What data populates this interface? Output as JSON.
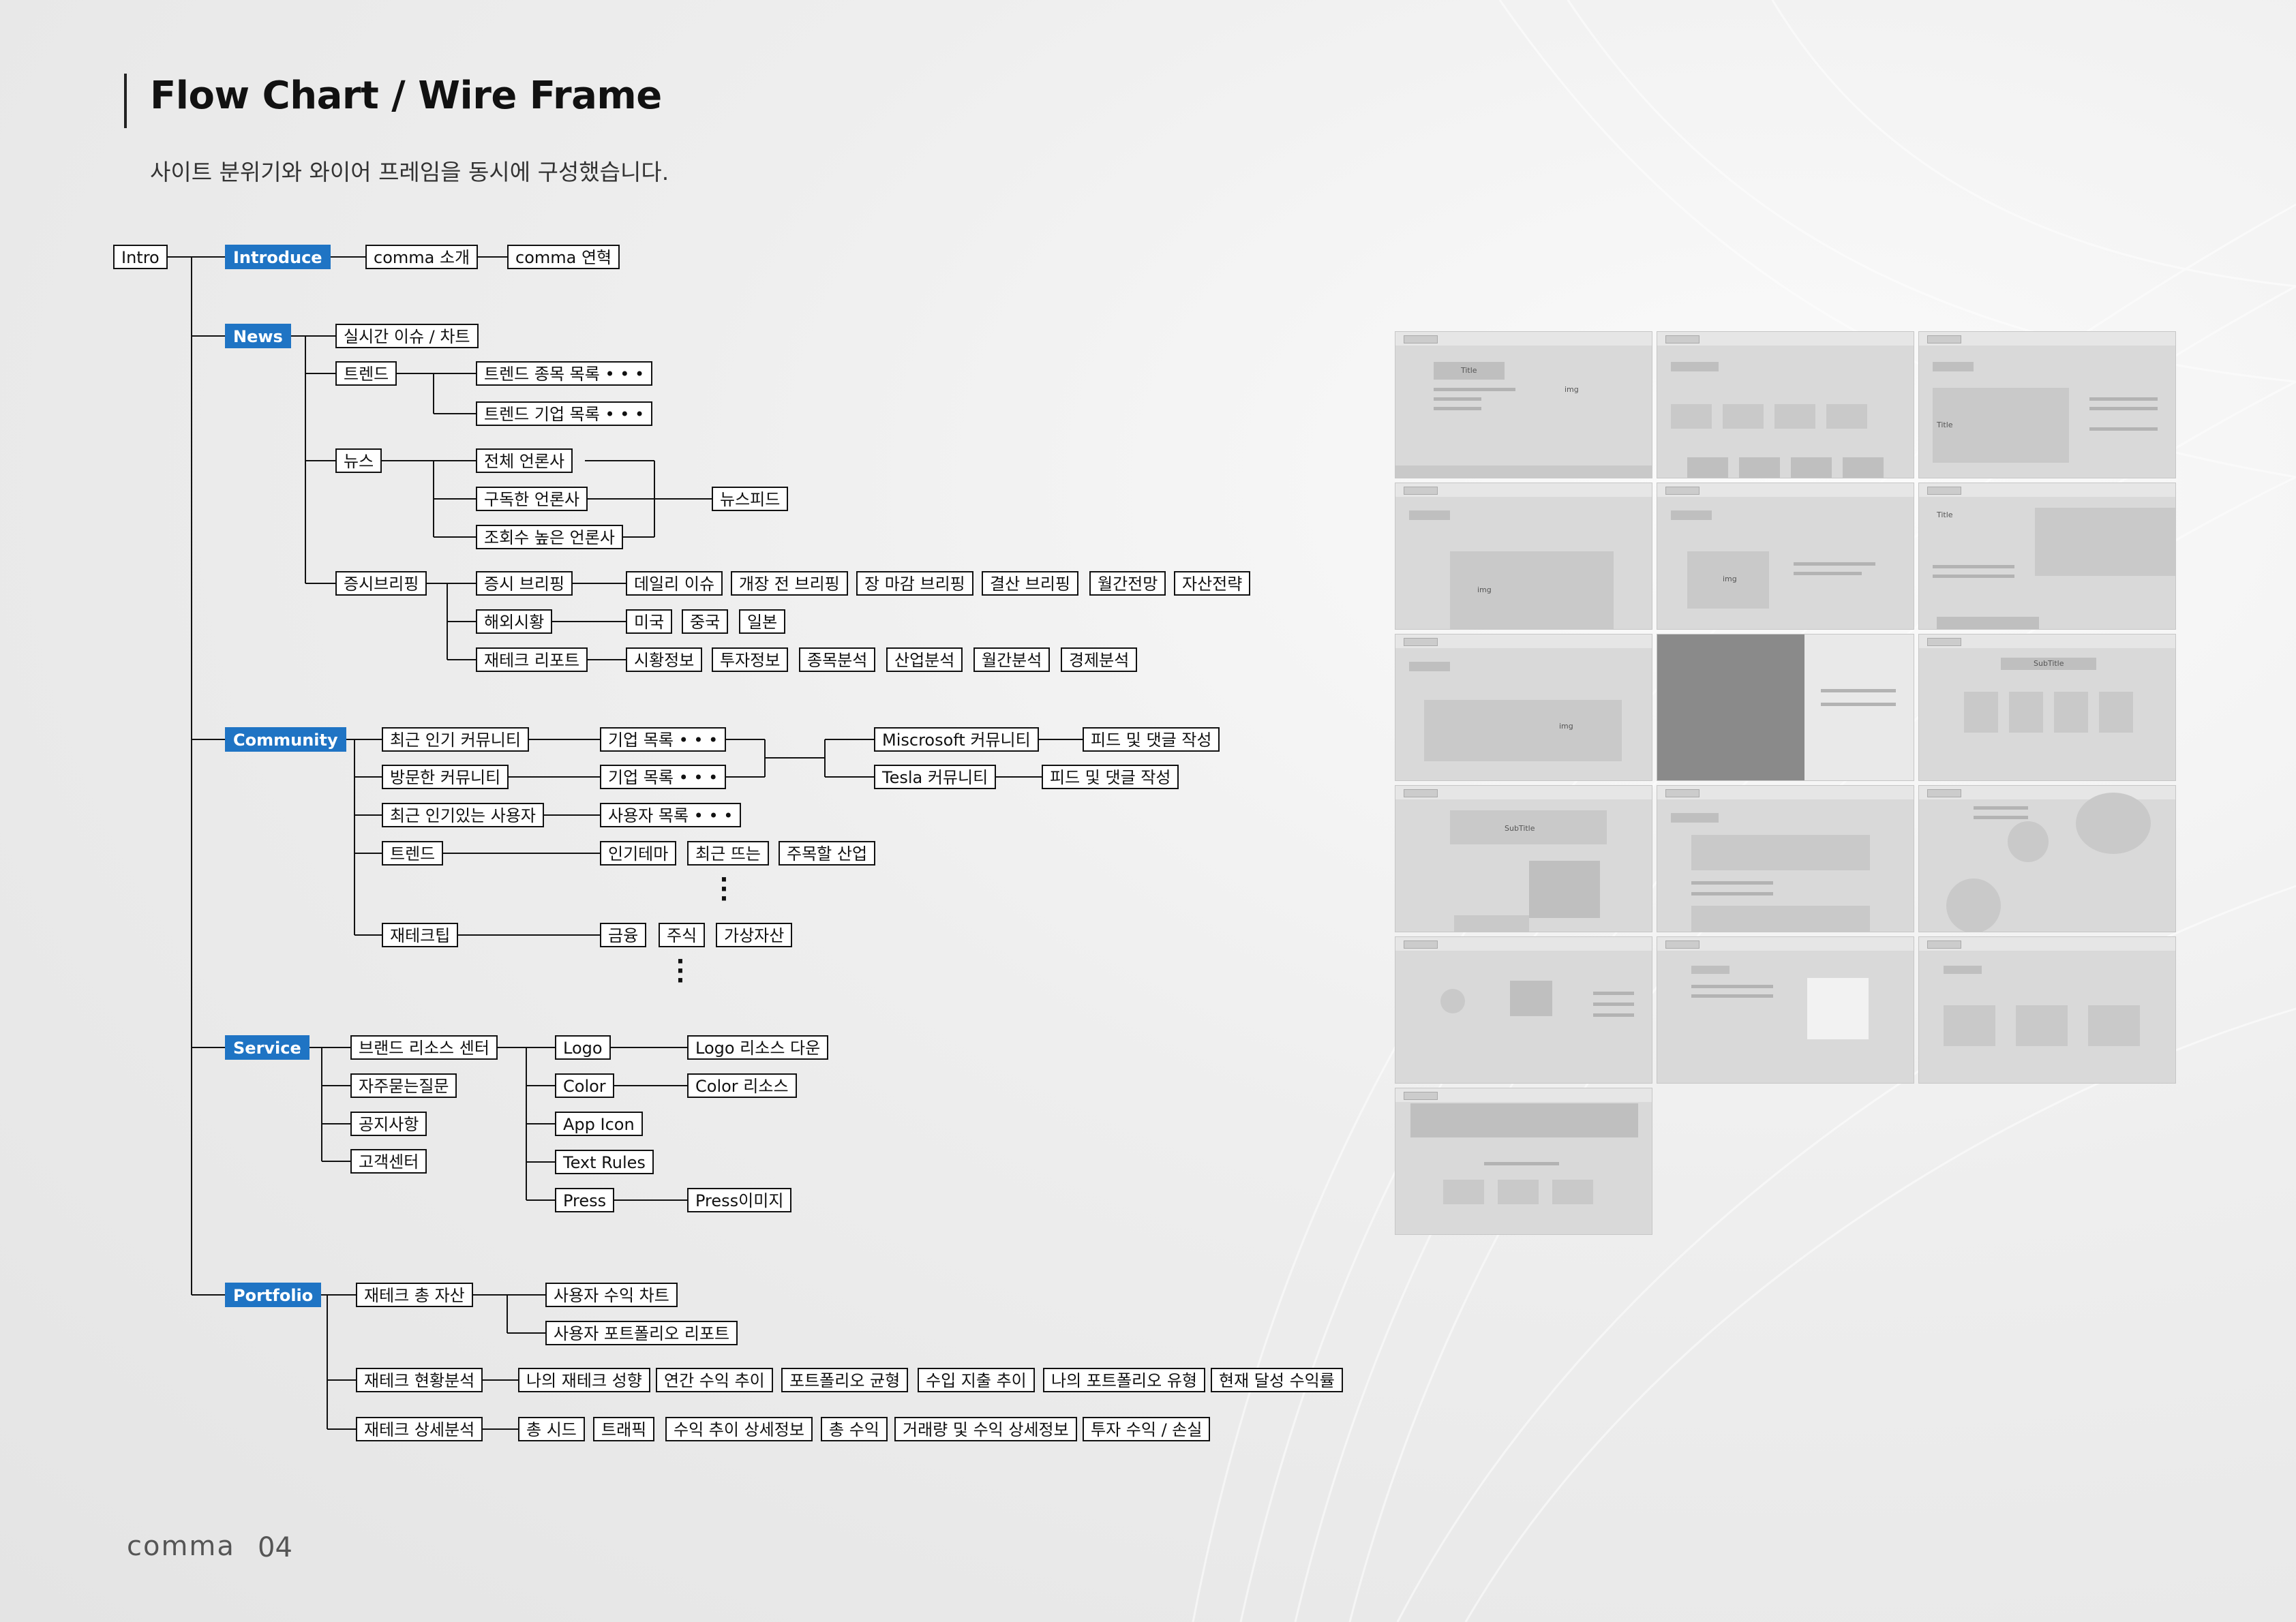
{
  "header": {
    "title": "Flow Chart / Wire Frame",
    "subtitle": "사이트 분위기와 와이어 프레임을 동시에 구성했습니다."
  },
  "flow": {
    "root": "Intro",
    "introduce": {
      "label": "Introduce",
      "items": [
        "comma 소개",
        "comma 연혁"
      ]
    },
    "news": {
      "label": "News",
      "realtime": "실시간 이슈 / 차트",
      "trend": {
        "label": "트렌드",
        "children": [
          "트렌드 종목 목록 • • •",
          "트렌드 기업 목록 • • •"
        ]
      },
      "newsgroup": {
        "label": "뉴스",
        "children": [
          "전체 언론사",
          "구독한 언론사",
          "조회수 높은 언론사"
        ],
        "target": "뉴스피드"
      },
      "briefing": {
        "label": "증시브리핑",
        "market": {
          "label": "증시 브리핑",
          "children": [
            "데일리 이슈",
            "개장 전 브리핑",
            "장 마감 브리핑",
            "결산 브리핑",
            "월간전망",
            "자산전략"
          ]
        },
        "overseas": {
          "label": "해외시황",
          "children": [
            "미국",
            "중국",
            "일본"
          ]
        },
        "report": {
          "label": "재테크 리포트",
          "children": [
            "시황정보",
            "투자정보",
            "종목분석",
            "산업분석",
            "월간분석",
            "경제분석"
          ]
        }
      }
    },
    "community": {
      "label": "Community",
      "recent": "최근 인기 커뮤니티",
      "visited": "방문한 커뮤니티",
      "company1": "기업 목록 • • •",
      "company2": "기업 목록 • • •",
      "ms": "Miscrosoft 커뮤니티",
      "tesla": "Tesla 커뮤니티",
      "feed1": "피드 및 댓글 작성",
      "feed2": "피드 및 댓글 작성",
      "users": "최근 인기있는 사용자",
      "userlist": "사용자 목록 • • •",
      "trend": {
        "label": "트렌드",
        "children": [
          "인기테마",
          "최근 뜨는",
          "주목할 산업"
        ]
      },
      "tech": {
        "label": "재테크팁",
        "children": [
          "금융",
          "주식",
          "가상자산"
        ]
      }
    },
    "service": {
      "label": "Service",
      "items": [
        "브랜드 리소스 센터",
        "자주묻는질문",
        "공지사항",
        "고객센터"
      ],
      "brand": [
        "Logo",
        "Color",
        "App Icon",
        "Text Rules",
        "Press"
      ],
      "logo_down": "Logo 리소스 다운",
      "color_res": "Color 리소스",
      "press_img": "Press이미지"
    },
    "portfolio": {
      "label": "Portfolio",
      "total": {
        "label": "재테크 총 자산",
        "children": [
          "사용자 수익 차트",
          "사용자 포트폴리오 리포트"
        ]
      },
      "status": {
        "label": "재테크 현황분석",
        "children": [
          "나의 재테크 성향",
          "연간 수익 추이",
          "포트폴리오 균형",
          "수입 지출 추이",
          "나의 포트폴리오 유형",
          "현재 달성 수익률"
        ]
      },
      "detail": {
        "label": "재테크 상세분석",
        "children": [
          "총 시드",
          "트래픽",
          "수익 추이 상세정보",
          "총 수익",
          "거래량 및 수익 상세정보",
          "투자 수익 / 손실"
        ]
      }
    }
  },
  "wireframe_labels": {
    "title": "Title",
    "img": "img",
    "subtitle": "SubTitle"
  },
  "footer": {
    "brand": "comma",
    "page": "04"
  }
}
